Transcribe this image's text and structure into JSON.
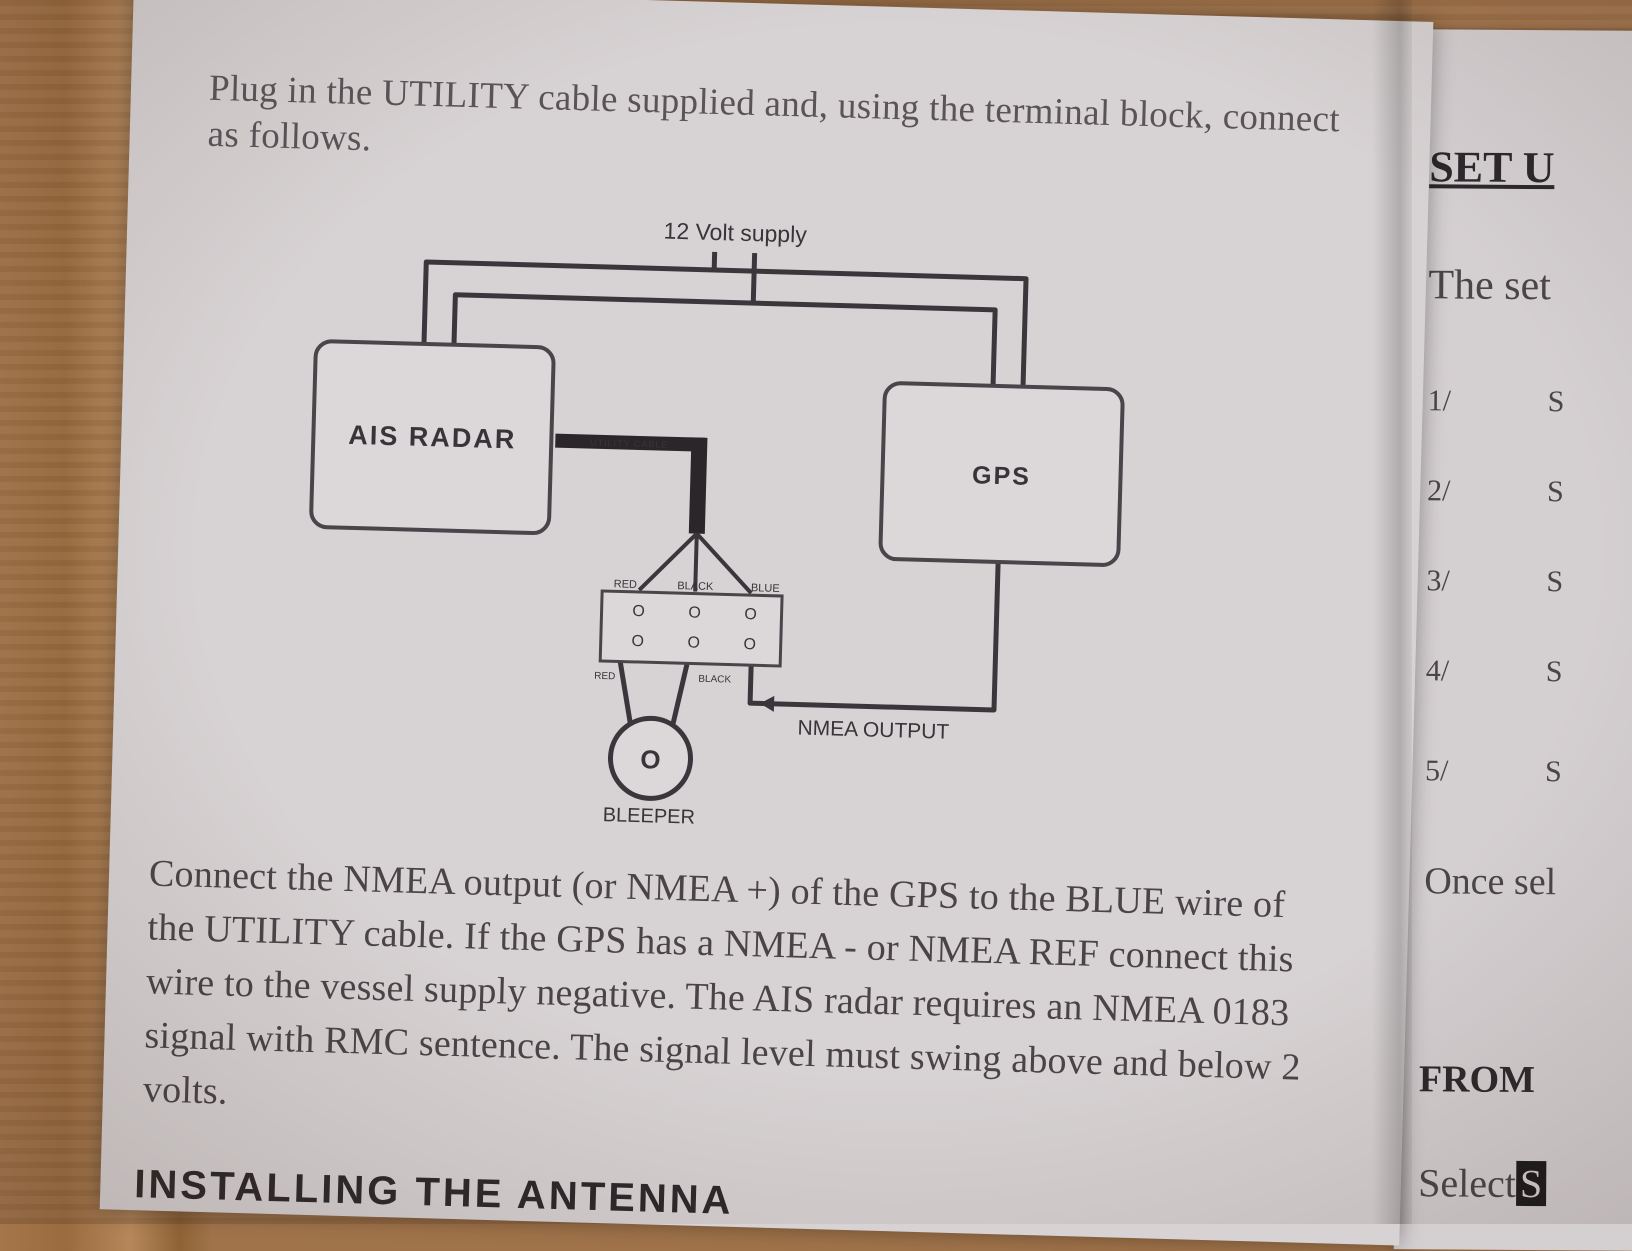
{
  "left_page": {
    "intro_text": "Plug in the UTILITY cable supplied and, using the terminal block, connect as follows.",
    "body_text": "Connect the NMEA output (or NMEA +) of the GPS to the BLUE wire of the UTILITY cable. If the GPS has a NMEA - or NMEA REF connect this wire to the vessel supply negative. The AIS radar requires an NMEA 0183 signal with RMC sentence. The signal level must swing above and below 2 volts.",
    "next_heading": "INSTALLING THE ANTENNA"
  },
  "diagram": {
    "supply_label": "12 Volt supply",
    "ais_label": "AIS RADAR",
    "gps_label": "GPS",
    "cable_label": "UTILITY CABLE",
    "wire_top_labels": [
      "RED",
      "BLACK",
      "BLUE"
    ],
    "wire_bottom_labels": [
      "RED",
      "BLACK"
    ],
    "nmea_label": "NMEA OUTPUT",
    "bleeper_label": "BLEEPER",
    "bleeper_center": "O",
    "terminal_hole": "O"
  },
  "right_page": {
    "heading": "SET U",
    "intro": "The set",
    "steps": [
      {
        "num": "1/",
        "text": "S"
      },
      {
        "num": "2/",
        "text": "S"
      },
      {
        "num": "3/",
        "text": "S"
      },
      {
        "num": "4/",
        "text": "S"
      },
      {
        "num": "5/",
        "text": "S"
      }
    ],
    "once": "Once sel",
    "from": "FROM",
    "select_text": "Select",
    "select_highlight": "S"
  }
}
